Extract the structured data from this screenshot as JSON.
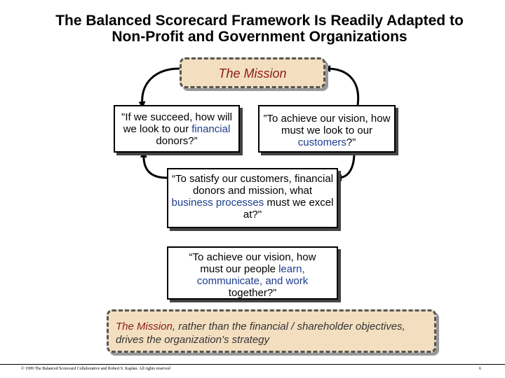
{
  "title": "The Balanced Scorecard Framework Is Readily Adapted to Non-Profit and Government Organizations",
  "mission": {
    "label": "The Mission"
  },
  "financial_box": {
    "pre": "\"If we succeed, how will we look to our ",
    "highlight": "financial",
    "post": " donors?”"
  },
  "customer_box": {
    "pre": "”To achieve our vision, how must we look to our ",
    "highlight": "customers",
    "post": "?”"
  },
  "process_box": {
    "pre": "“To satisfy our customers, financial donors and mission, what ",
    "highlight": "business processes",
    "post": " must we excel at?\""
  },
  "learning_box": {
    "pre": "“To achieve our vision, how must our people ",
    "highlight": "learn, communicate, and work",
    "post": " together?”"
  },
  "bottom_note": {
    "lead": "The Mission",
    "rest": ", rather than the financial / shareholder objectives, drives the organization’s strategy"
  },
  "footer": {
    "copyright": "© 1999 The Balanced Scorecard Collaborative and Robert S. Kaplan. All rights reserved",
    "page": "6"
  },
  "colors": {
    "highlight": "#1c3c8c",
    "mission_text": "#8b1a1a",
    "mission_fill": "#f3dfc0"
  }
}
